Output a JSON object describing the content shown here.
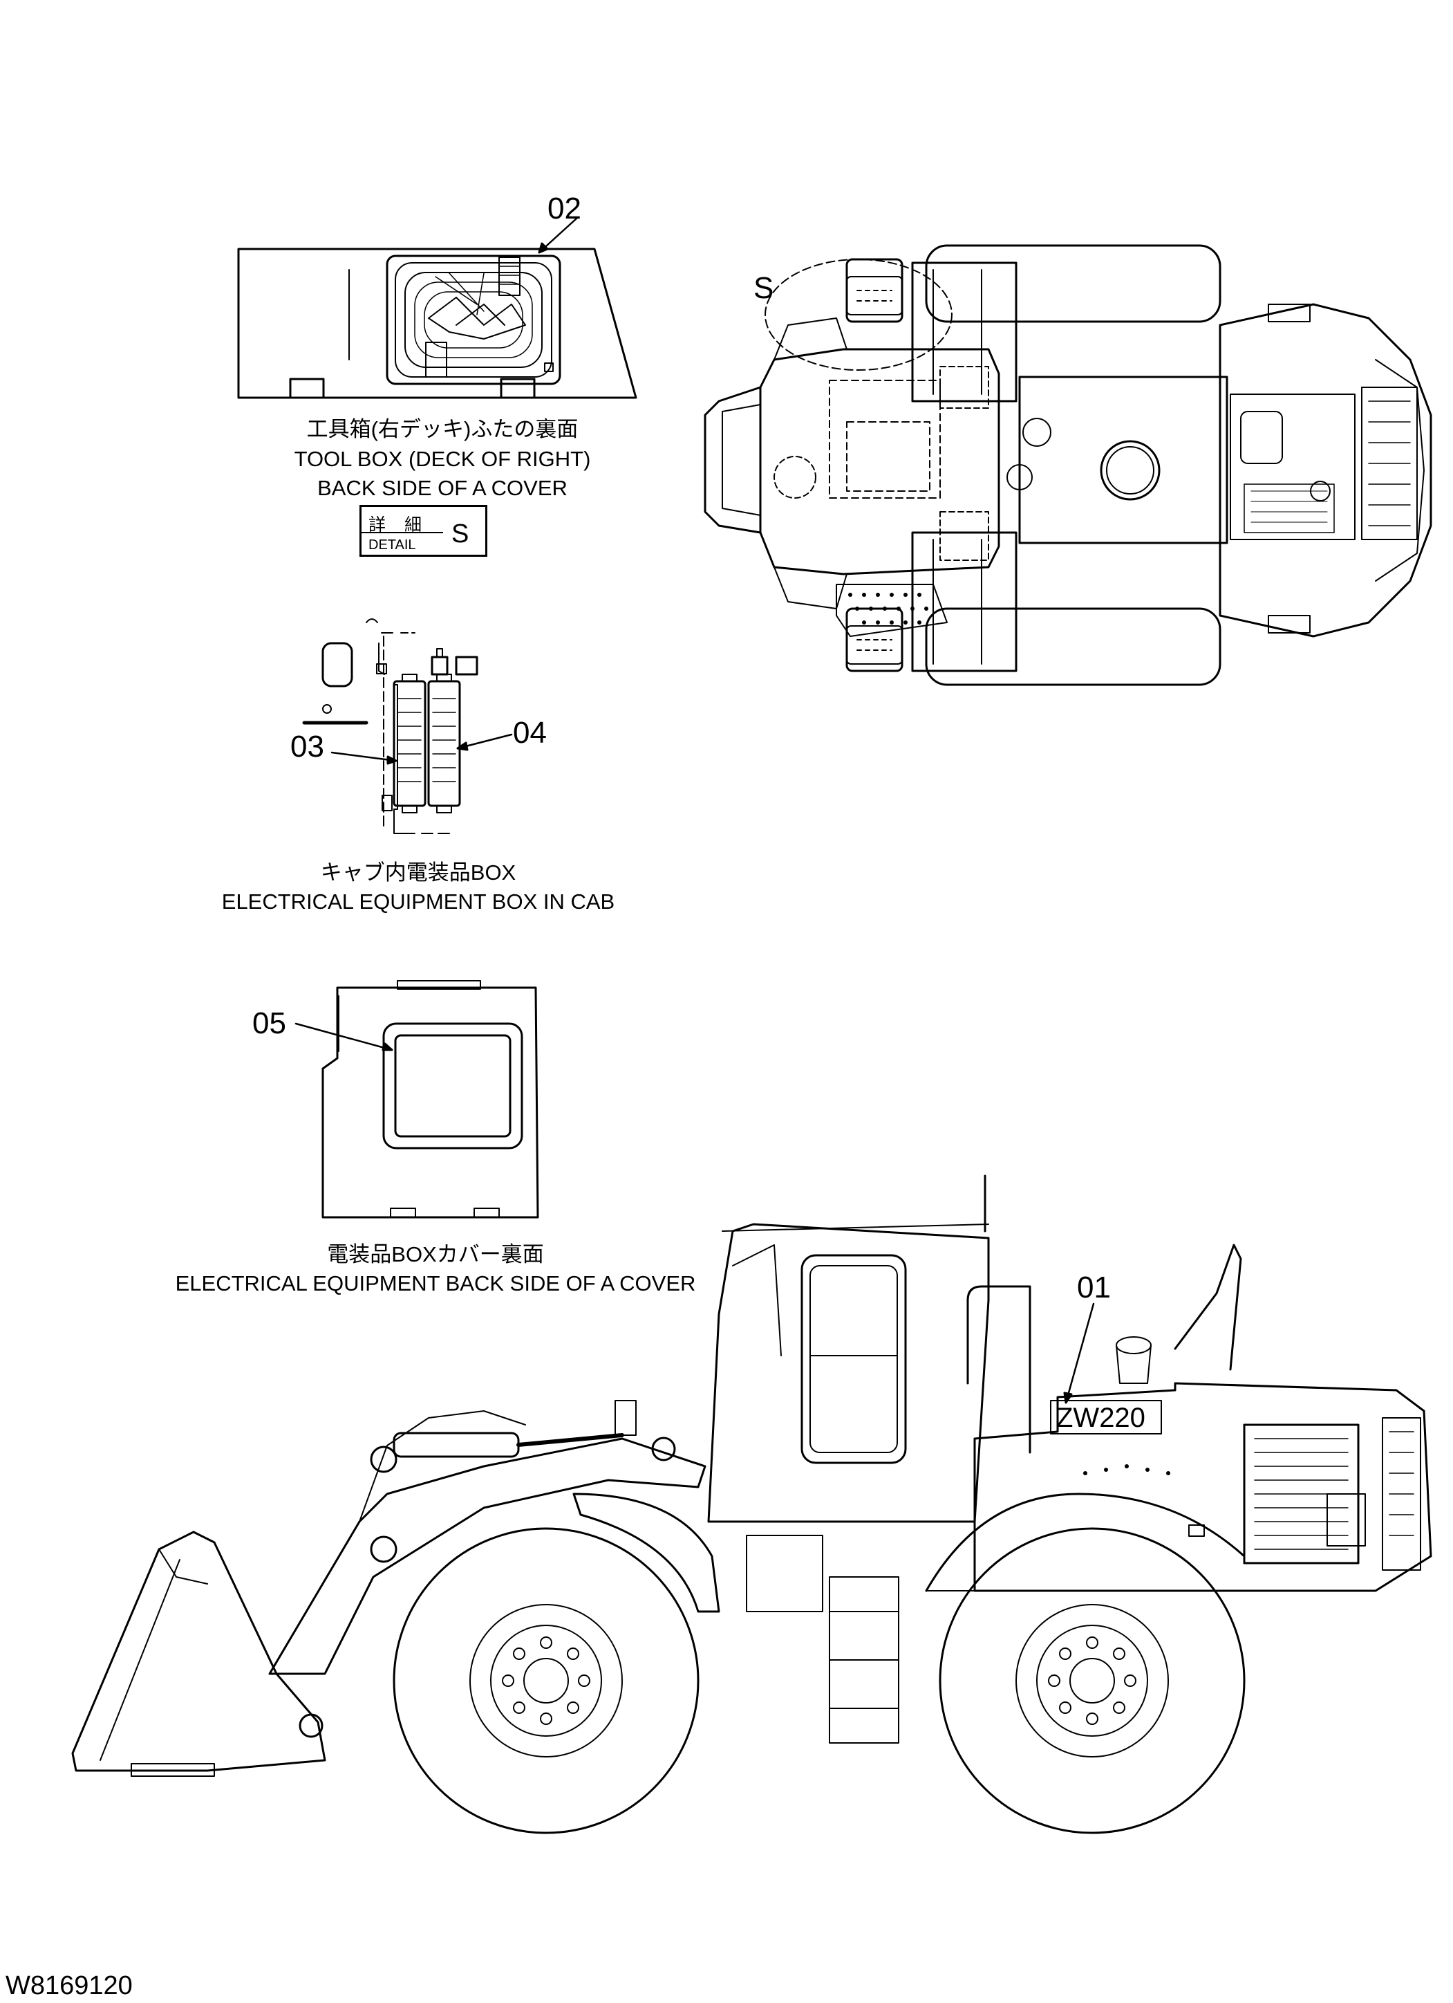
{
  "callouts": {
    "c01": "01",
    "c02": "02",
    "c03": "03",
    "c04": "04",
    "c05": "05",
    "detail_marker": "S"
  },
  "toolbox": {
    "caption_jp": "工具箱(右デッキ)ふたの裏面",
    "caption_en_1": "TOOL BOX (DECK OF RIGHT)",
    "caption_en_2": "BACK SIDE OF A COVER"
  },
  "detail_box": {
    "label_jp": "詳 細",
    "label_en": "DETAIL",
    "letter": "S"
  },
  "cab_box": {
    "caption_jp": "キャブ内電装品BOX",
    "caption_en": "ELECTRICAL EQUIPMENT BOX IN CAB"
  },
  "cover": {
    "caption_jp": "電装品BOXカバー裏面",
    "caption_en": "ELECTRICAL EQUIPMENT BACK SIDE OF A COVER"
  },
  "machine": {
    "model_plate": "ZW220"
  },
  "drawing_number": "W8169120"
}
